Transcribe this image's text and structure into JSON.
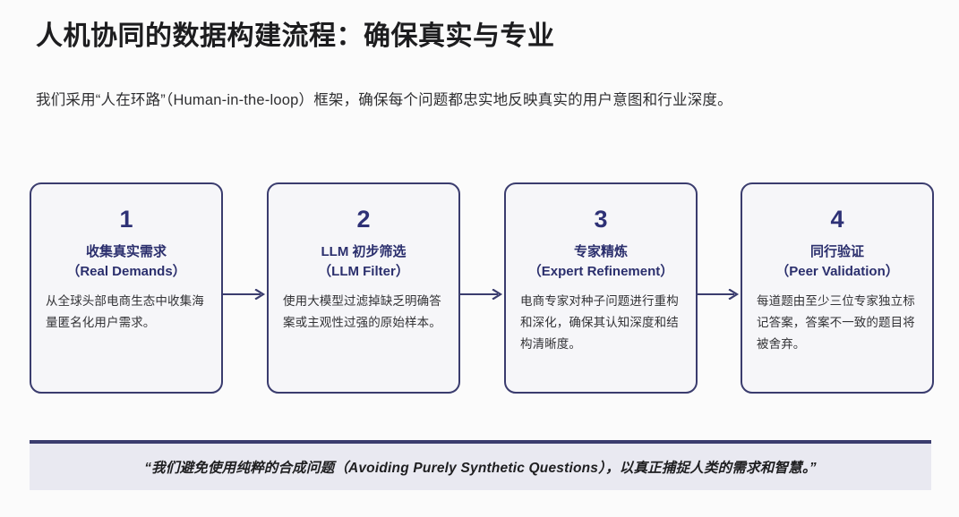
{
  "header": {
    "title": "人机协同的数据构建流程：确保真实与专业",
    "subtitle": "我们采用“人在环路”（Human-in-the-loop）框架，确保每个问题都忠实地反映真实的用户意图和行业深度。"
  },
  "flow": {
    "steps": [
      {
        "number": "1",
        "heading_cn": "收集真实需求",
        "heading_en": "（Real Demands）",
        "description": "从全球头部电商生态中收集海量匿名化用户需求。"
      },
      {
        "number": "2",
        "heading_cn": "LLM 初步筛选",
        "heading_en": "（LLM Filter）",
        "description": "使用大模型过滤掉缺乏明确答案或主观性过强的原始样本。"
      },
      {
        "number": "3",
        "heading_cn": "专家精炼",
        "heading_en": "（Expert Refinement）",
        "description": "电商专家对种子问题进行重构和深化，确保其认知深度和结构清晰度。"
      },
      {
        "number": "4",
        "heading_cn": "同行验证",
        "heading_en": "（Peer Validation）",
        "description": "每道题由至少三位专家独立标记答案，答案不一致的题目将被舍弃。"
      }
    ],
    "connector_icon": "arrow-right-icon"
  },
  "footer": {
    "quote": "“我们避免使用纯粹的合成问题（Avoiding Purely Synthetic Questions），以真正捕捉人类的需求和智慧。”"
  },
  "colors": {
    "page_background": "#fbfbfb",
    "accent_navy": "#3a3c6e",
    "number_indigo": "#2e3176",
    "heading_navy": "#2b2f6d",
    "card_background": "#f6f6f9",
    "quote_band_background": "#e9e9f1",
    "body_text": "#333336",
    "title_text": "#1d1d1f"
  }
}
